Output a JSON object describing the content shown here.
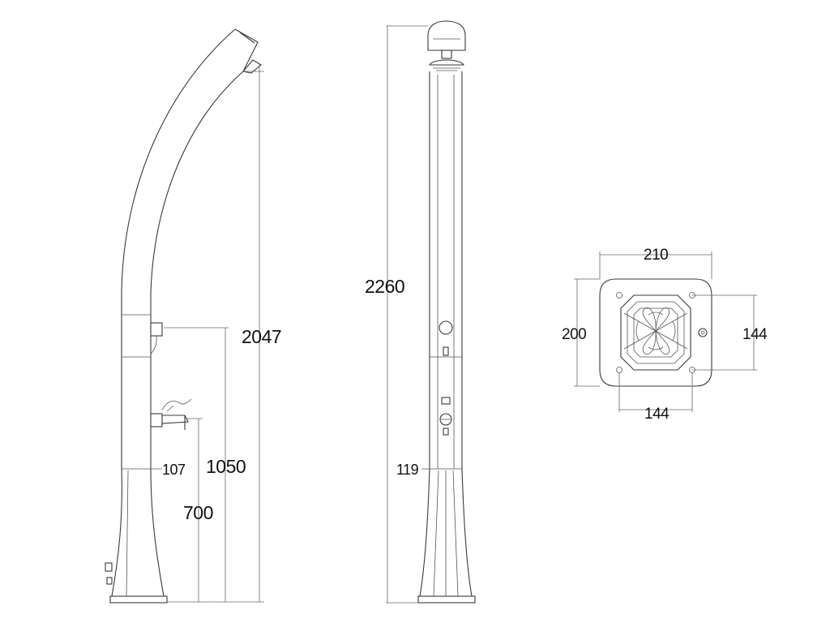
{
  "views": {
    "side": {
      "height_total": "2047",
      "height_upper_tap": "1050",
      "height_lower_tap": "700",
      "base_width": "107"
    },
    "front": {
      "height_total": "2260",
      "base_width": "119"
    },
    "base_plate": {
      "width_outer": "210",
      "depth_outer": "200",
      "bolt_spacing_x": "144",
      "bolt_spacing_y": "144"
    }
  },
  "colors": {
    "outline": "#3a3a3a",
    "dimension": "#666666",
    "text": "#111111"
  }
}
